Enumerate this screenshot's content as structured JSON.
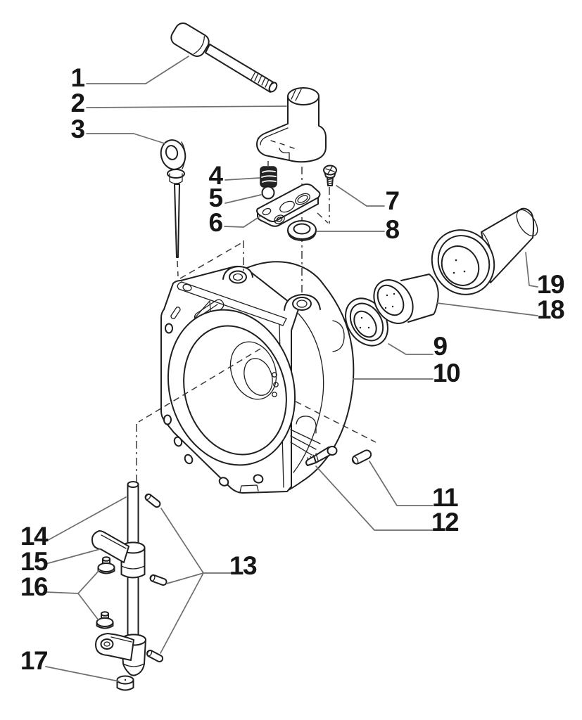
{
  "figure": {
    "type": "exploded-parts-diagram",
    "background": "#ffffff",
    "ink": "#1f1f1f",
    "leader_color": "#6e6e6e",
    "callouts": [
      {
        "label": "1"
      },
      {
        "label": "2"
      },
      {
        "label": "3"
      },
      {
        "label": "4"
      },
      {
        "label": "5"
      },
      {
        "label": "6"
      },
      {
        "label": "7"
      },
      {
        "label": "8"
      },
      {
        "label": "9"
      },
      {
        "label": "10"
      },
      {
        "label": "11"
      },
      {
        "label": "12"
      },
      {
        "label": "13"
      },
      {
        "label": "14"
      },
      {
        "label": "15"
      },
      {
        "label": "16"
      },
      {
        "label": "17"
      },
      {
        "label": "18"
      },
      {
        "label": "19"
      }
    ]
  }
}
